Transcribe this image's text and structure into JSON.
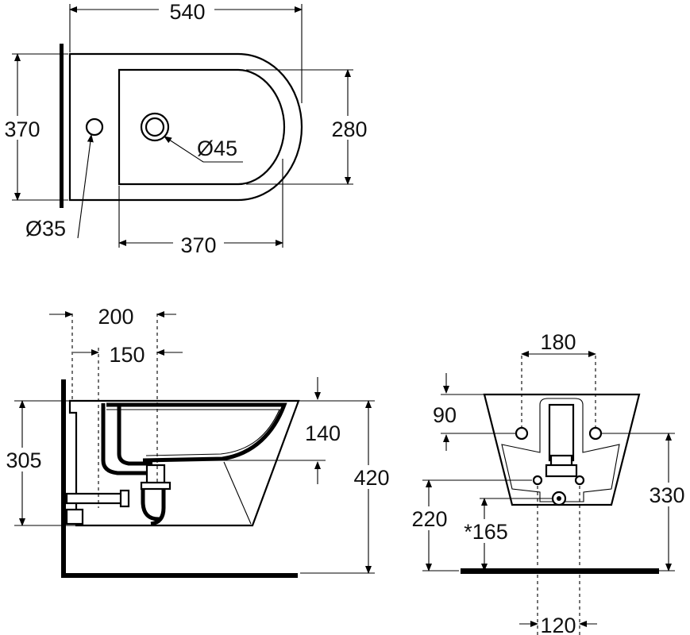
{
  "top_view": {
    "width_overall": "540",
    "depth_overall": "370",
    "bowl_width": "280",
    "bowl_length": "370",
    "tap_hole": "Ø45",
    "fixing_hole": "Ø35"
  },
  "side_view": {
    "dim_a": "200",
    "dim_b": "150",
    "height_rim": "305",
    "dim_140": "140",
    "total_height": "420"
  },
  "back_view": {
    "bolt_spacing": "180",
    "bolt_offset": "90",
    "height_330": "330",
    "height_220": "220",
    "height_165": "*165",
    "spacing_120": "120"
  }
}
